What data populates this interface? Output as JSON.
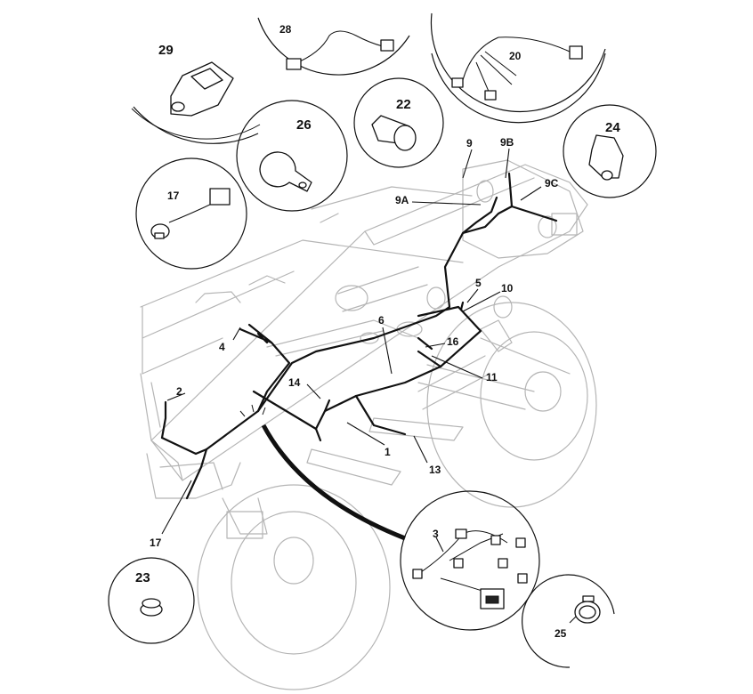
{
  "labels": {
    "l1": "1",
    "l2": "2",
    "l3": "3",
    "l4": "4",
    "l5": "5",
    "l6": "6",
    "l9": "9",
    "l9a": "9A",
    "l9b": "9B",
    "l9c": "9C",
    "l10": "10",
    "l11": "11",
    "l13": "13",
    "l14": "14",
    "l16": "16",
    "l17a": "17",
    "l17b": "17",
    "l20": "20",
    "l22": "22",
    "l23": "23",
    "l24": "24",
    "l25": "25",
    "l26": "26",
    "l28": "28",
    "l29": "29"
  },
  "colors": {
    "ghost": "#b5b5b5",
    "ink": "#111111"
  }
}
